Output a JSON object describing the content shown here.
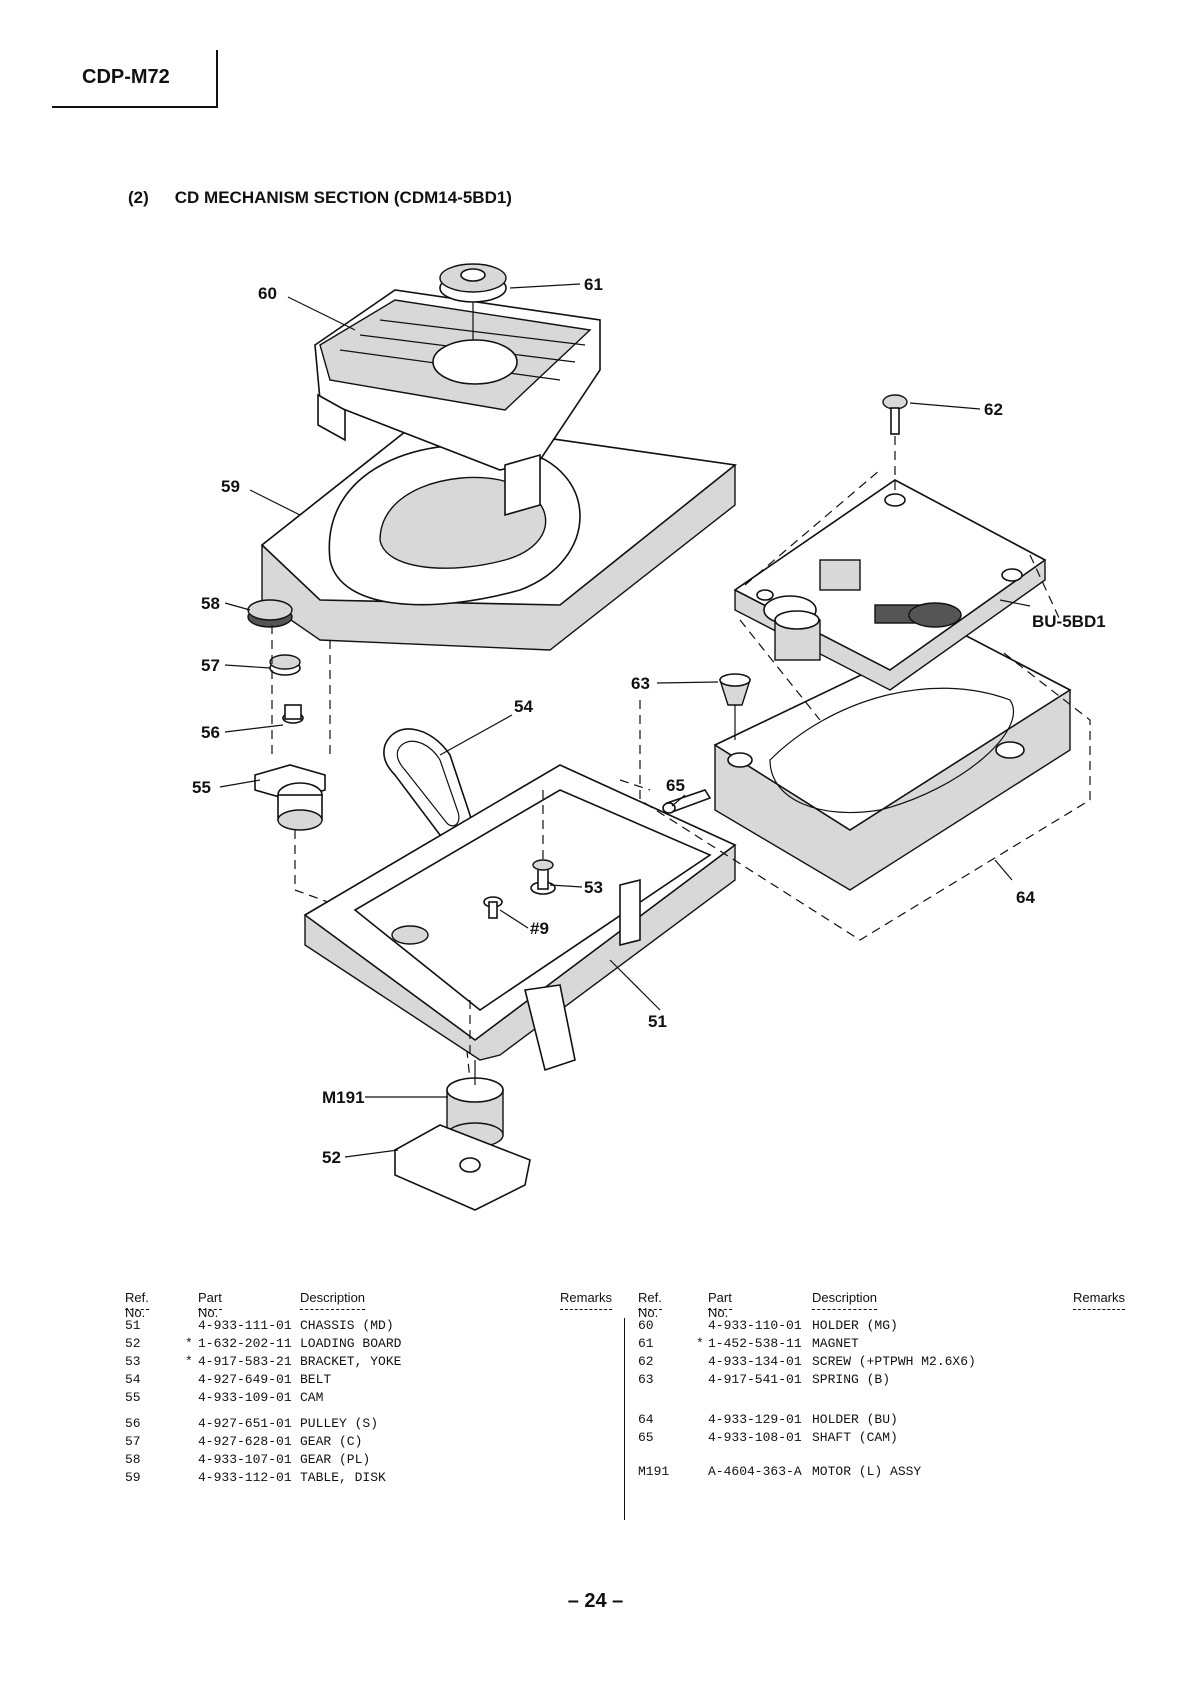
{
  "header": {
    "model": "CDP-M72"
  },
  "section": {
    "number": "(2)",
    "title": "CD MECHANISM SECTION (CDM14-5BD1)"
  },
  "diagram": {
    "callouts": [
      "60",
      "61",
      "62",
      "59",
      "58",
      "57",
      "56",
      "55",
      "54",
      "53",
      "#9",
      "51",
      "M191",
      "52",
      "63",
      "65",
      "64",
      "BU-5BD1"
    ]
  },
  "table": {
    "headers": {
      "ref": "Ref. No.",
      "part": "Part No.",
      "desc": "Description",
      "remarks": "Remarks"
    },
    "left": [
      {
        "ref": "51",
        "mark": "",
        "part": "4-933-111-01",
        "desc": "CHASSIS (MD)"
      },
      {
        "ref": "52",
        "mark": "*",
        "part": "1-632-202-11",
        "desc": "LOADING BOARD"
      },
      {
        "ref": "53",
        "mark": "*",
        "part": "4-917-583-21",
        "desc": "BRACKET, YOKE"
      },
      {
        "ref": "54",
        "mark": "",
        "part": "4-927-649-01",
        "desc": "BELT"
      },
      {
        "ref": "55",
        "mark": "",
        "part": "4-933-109-01",
        "desc": "CAM"
      },
      {
        "ref": "56",
        "mark": "",
        "part": "4-927-651-01",
        "desc": "PULLEY (S)"
      },
      {
        "ref": "57",
        "mark": "",
        "part": "4-927-628-01",
        "desc": "GEAR (C)"
      },
      {
        "ref": "58",
        "mark": "",
        "part": "4-933-107-01",
        "desc": "GEAR (PL)"
      },
      {
        "ref": "59",
        "mark": "",
        "part": "4-933-112-01",
        "desc": "TABLE, DISK"
      }
    ],
    "right": [
      {
        "ref": "60",
        "mark": "",
        "part": "4-933-110-01",
        "desc": "HOLDER (MG)"
      },
      {
        "ref": "61",
        "mark": "*",
        "part": "1-452-538-11",
        "desc": "MAGNET"
      },
      {
        "ref": "62",
        "mark": "",
        "part": "4-933-134-01",
        "desc": "SCREW (+PTPWH M2.6X6)"
      },
      {
        "ref": "63",
        "mark": "",
        "part": "4-917-541-01",
        "desc": "SPRING (B)"
      },
      {
        "ref": "64",
        "mark": "",
        "part": "4-933-129-01",
        "desc": "HOLDER (BU)"
      },
      {
        "ref": "65",
        "mark": "",
        "part": "4-933-108-01",
        "desc": "SHAFT (CAM)"
      },
      {
        "ref": "M191",
        "mark": "",
        "part": "A-4604-363-A",
        "desc": "MOTOR (L) ASSY"
      }
    ]
  },
  "page": {
    "number": "– 24 –"
  }
}
